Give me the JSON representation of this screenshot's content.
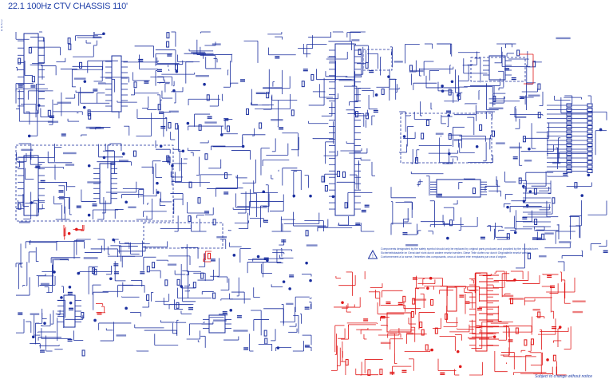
{
  "title": "22.1 100Hz CTV CHASSIS 110'",
  "side_marks": "1 2 3 4",
  "footer": "Subject to change without notice",
  "warning": {
    "icon": "warning-triangle-icon",
    "lines": [
      "Components designated by the safety symbol should only be replaced by original parts produced and provided by the manufacturer.",
      "Sicherheitsbauteile im Gerat darf nicht durch andere ersetzt werden. Diese Teile durfen nur durch Originalteile ersetzt werden.",
      "Conformement a la norme, l'entretien des composants, ceux-ci doivent etre remplaces par ceux d'origine."
    ]
  },
  "colors": {
    "wiring": "#1b2f9e",
    "power_section": "#e01818",
    "title": "#1f3fa8"
  }
}
